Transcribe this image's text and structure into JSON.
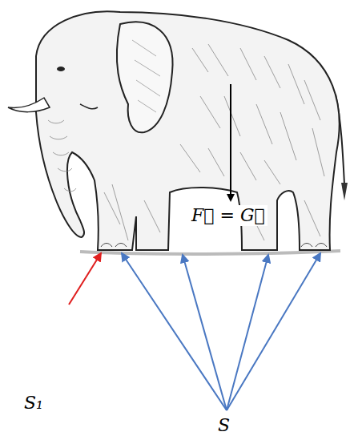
{
  "diagram": {
    "labels": [
      "S₁",
      "F⃗ = G⃗",
      "S"
    ]
  }
}
